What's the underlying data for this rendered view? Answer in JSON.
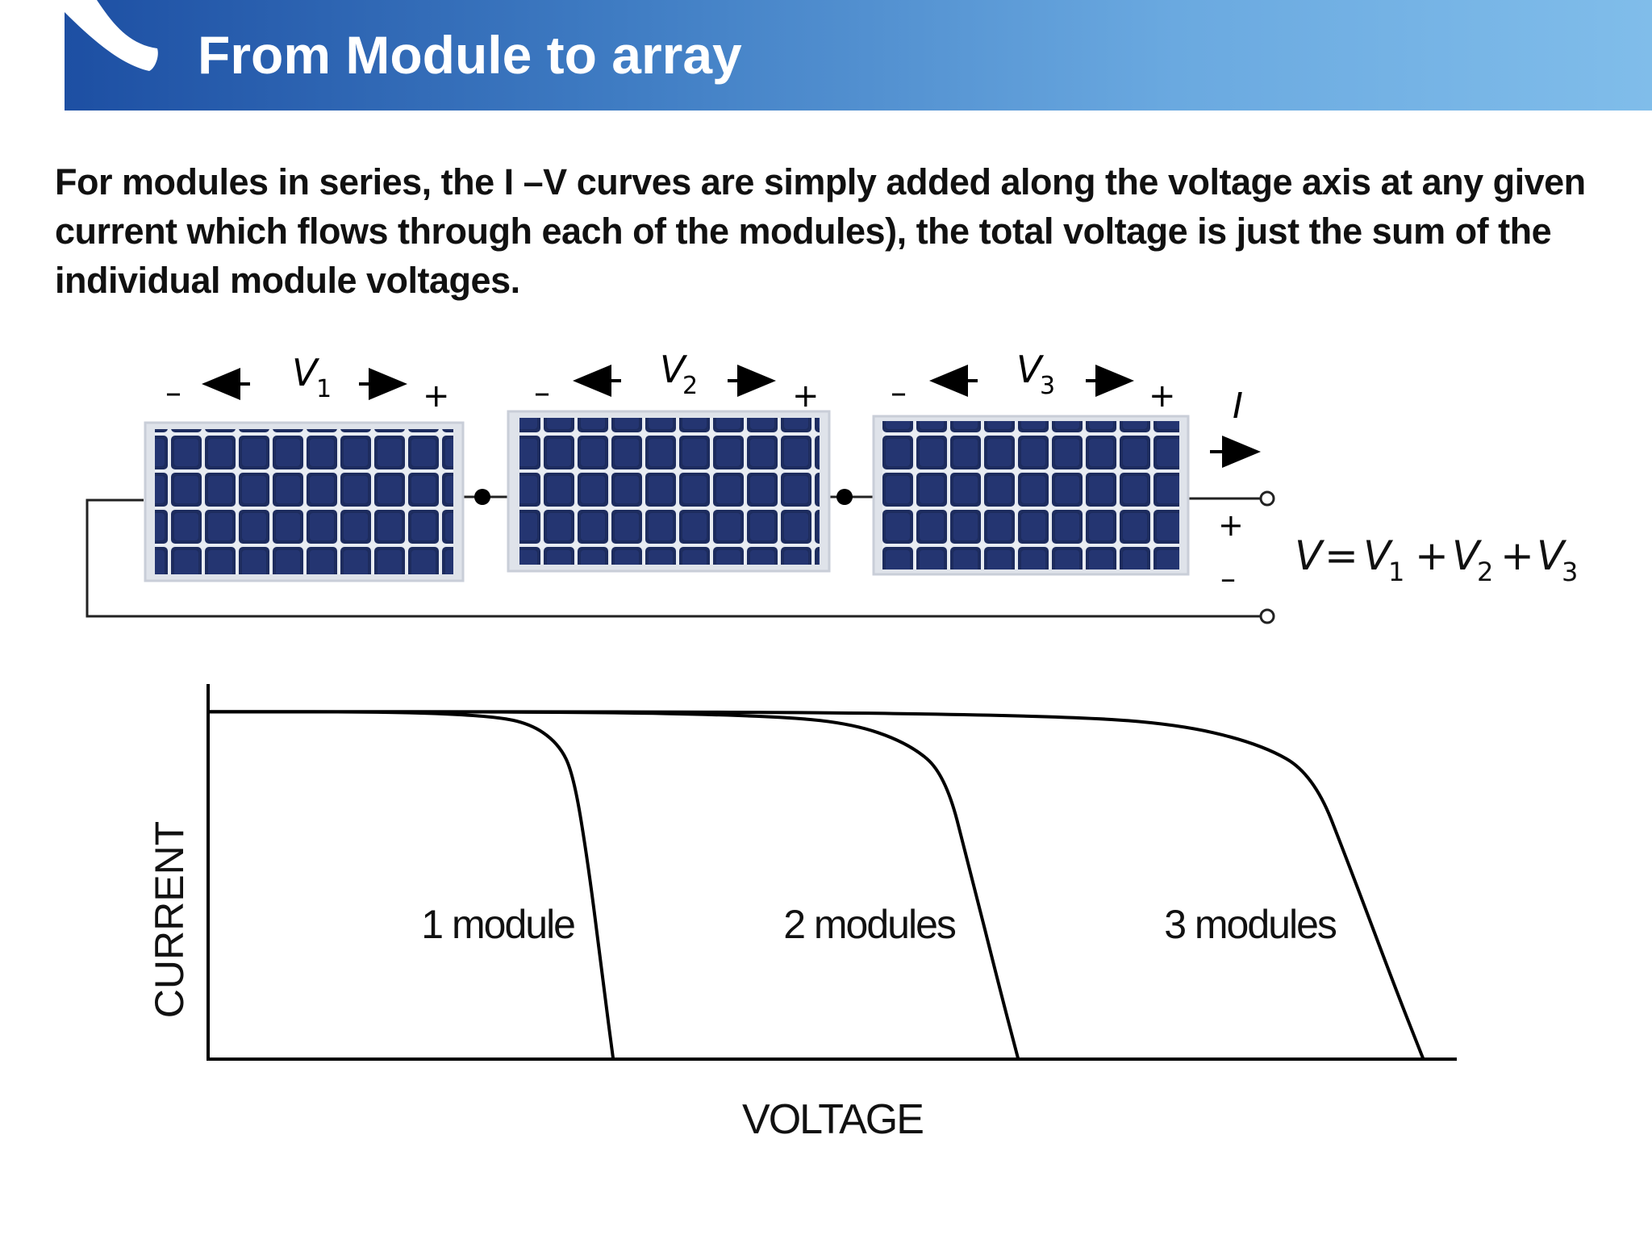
{
  "header": {
    "title": "From Module to array",
    "colors": {
      "bar_start": "#1d4fa3",
      "bar_end": "#80bdea",
      "title_text": "#ffffff"
    }
  },
  "body_text": {
    "lines": [
      "For modules in series, the I –V curves are simply added along the voltage axis at any given",
      "current  which flows through each of the modules), the total voltage is just the sum of the",
      "individual module voltages."
    ]
  },
  "circuit": {
    "modules": [
      {
        "voltage_symbol": "V",
        "subscript": "1",
        "minus": "–",
        "plus": "+"
      },
      {
        "voltage_symbol": "V",
        "subscript": "2",
        "minus": "–",
        "plus": "+"
      },
      {
        "voltage_symbol": "V",
        "subscript": "3",
        "minus": "–",
        "plus": "+"
      }
    ],
    "current_label": "I",
    "output_plus": "+",
    "output_minus": "–",
    "equation": {
      "lhs": "V",
      "eq": "=",
      "terms": [
        {
          "sym": "V",
          "sub": "1"
        },
        {
          "sym": "V",
          "sub": "2"
        },
        {
          "sym": "V",
          "sub": "3"
        }
      ],
      "op": "+"
    },
    "panel_color": "#1c2b5a"
  },
  "chart_data": {
    "type": "line",
    "title": "",
    "xlabel": "VOLTAGE",
    "ylabel": "CURRENT",
    "xlim": [
      0,
      4.1
    ],
    "ylim": [
      0,
      1.08
    ],
    "grid": false,
    "series": [
      {
        "name": "1 module",
        "x": [
          0,
          0.6,
          0.9,
          1.05,
          1.15,
          1.2,
          1.25,
          1.3,
          1.33
        ],
        "y": [
          1.0,
          1.0,
          0.99,
          0.97,
          0.91,
          0.82,
          0.55,
          0.2,
          0
        ]
      },
      {
        "name": "2 modules",
        "x": [
          0,
          1.2,
          1.8,
          2.1,
          2.3,
          2.42,
          2.5,
          2.6,
          2.66
        ],
        "y": [
          1.0,
          1.0,
          0.99,
          0.97,
          0.91,
          0.82,
          0.55,
          0.2,
          0
        ]
      },
      {
        "name": "3 modules",
        "x": [
          0,
          1.8,
          2.7,
          3.15,
          3.45,
          3.63,
          3.75,
          3.9,
          3.99
        ],
        "y": [
          1.0,
          1.0,
          0.99,
          0.97,
          0.91,
          0.82,
          0.55,
          0.2,
          0
        ]
      }
    ],
    "annotations": [
      "1 module",
      "2 modules",
      "3 modules"
    ]
  }
}
